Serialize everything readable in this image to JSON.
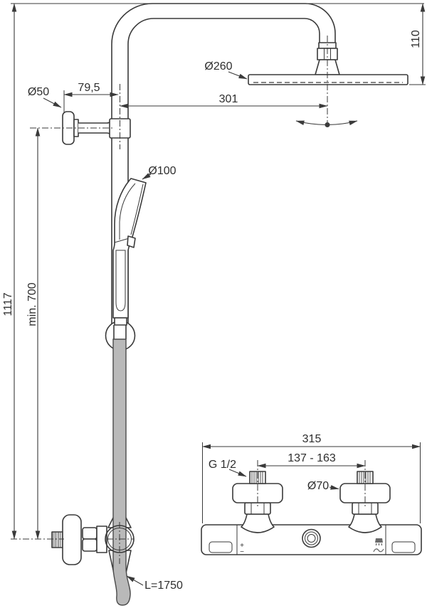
{
  "annotations": {
    "overall_height": "1117",
    "min_height": "min. 700",
    "head_offset": "110",
    "rain_head_diameter": "Ø260",
    "wall_bracket_diameter": "Ø50",
    "wall_to_riser": "79,5",
    "riser_to_head": "301",
    "hand_shower_diameter": "Ø100",
    "hose_length": "L=1750"
  },
  "mixer_annotations": {
    "overall_width": "315",
    "inlet_center_distance": "137 - 163",
    "inlet_thread": "G 1/2",
    "escutcheon_diameter": "Ø70"
  },
  "handle_markings": {
    "plus": "+",
    "minus": "−"
  },
  "colors": {
    "line": "#3a3a3a",
    "hose_fill": "#b9b9b9"
  }
}
